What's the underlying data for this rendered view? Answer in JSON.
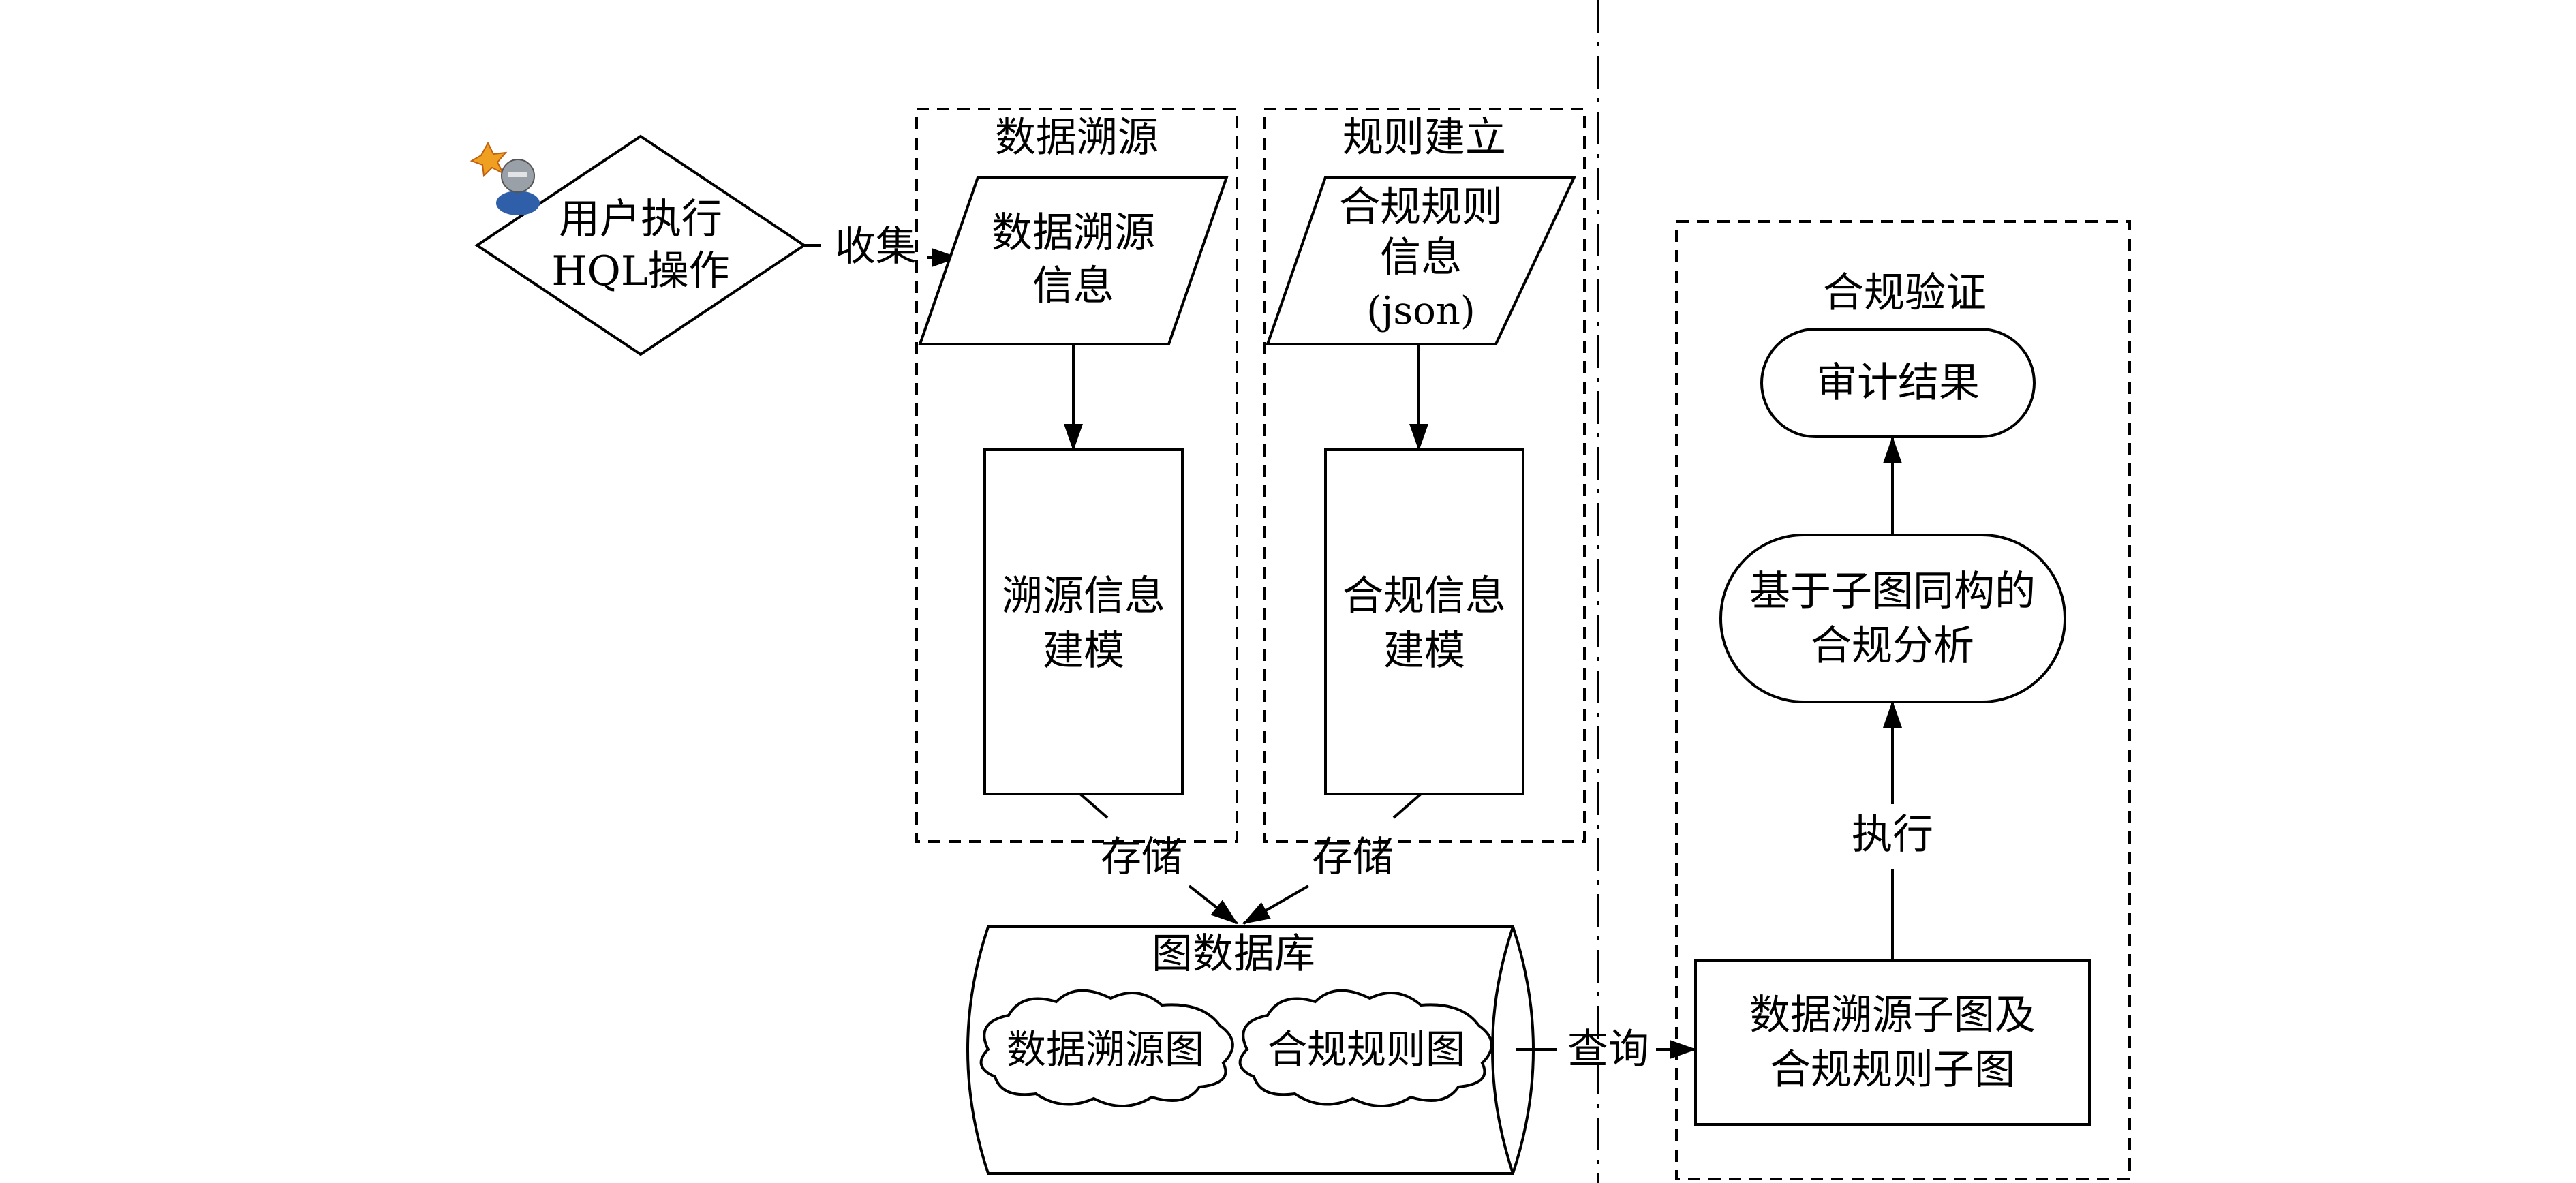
{
  "groups": {
    "provenance": "数据溯源",
    "rules": "规则建立",
    "verify": "合规验证"
  },
  "nodes": {
    "user_op": [
      "用户执行",
      "HQL操作"
    ],
    "prov_info": [
      "数据溯源",
      "信息"
    ],
    "prov_model": [
      "溯源信息",
      "建模"
    ],
    "rule_info": [
      "合规规则",
      "信息",
      "(json)"
    ],
    "rule_model": [
      "合规信息",
      "建模"
    ],
    "graph_db": "图数据库",
    "prov_graph": "数据溯源图",
    "rule_graph": "合规规则图",
    "subgraphs": [
      "数据溯源子图及",
      "合规规则子图"
    ],
    "analysis": [
      "基于子图同构的",
      "合规分析"
    ],
    "audit": "审计结果"
  },
  "edges": {
    "collect": "收集",
    "store_left": "存储",
    "store_right": "存储",
    "query": "查询",
    "execute": "执行"
  },
  "icons": {
    "user": "user-alert-icon"
  },
  "colors": {
    "stroke": "#000000",
    "fill": "#ffffff",
    "icon_blue": "#2f5fa8",
    "icon_star": "#f0a020"
  }
}
